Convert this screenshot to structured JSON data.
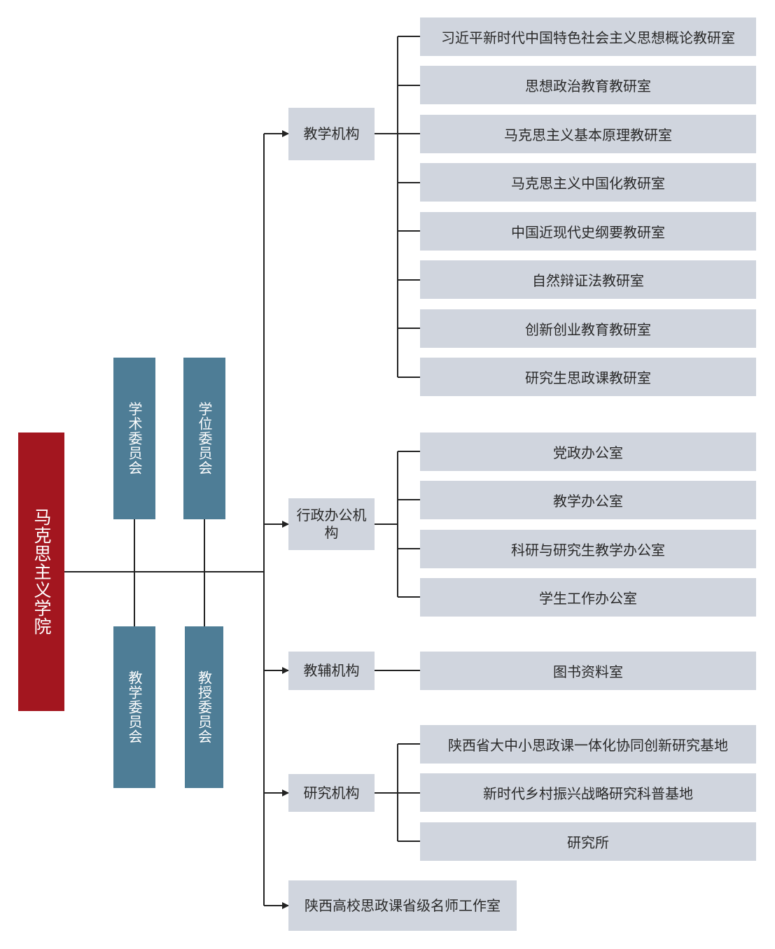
{
  "root": {
    "label": "马克思主义学院"
  },
  "committees": [
    {
      "label": "学术委员会"
    },
    {
      "label": "学位委员会"
    },
    {
      "label": "教学委员会"
    },
    {
      "label": "教授委员会"
    }
  ],
  "branches": [
    {
      "label": "教学机构",
      "children": [
        "习近平新时代中国特色社会主义思想概论教研室",
        "思想政治教育教研室",
        "马克思主义基本原理教研室",
        "马克思主义中国化教研室",
        "中国近现代史纲要教研室",
        "自然辩证法教研室",
        "创新创业教育教研室",
        "研究生思政课教研室"
      ]
    },
    {
      "label": "行政办公机构",
      "children": [
        "党政办公室",
        "教学办公室",
        "科研与研究生教学办公室",
        "学生工作办公室"
      ]
    },
    {
      "label": "教辅机构",
      "children": [
        "图书资料室"
      ]
    },
    {
      "label": "研究机构",
      "children": [
        "陕西省大中小思政课一体化协同创新研究基地",
        "新时代乡村振兴战略研究科普基地",
        "研究所"
      ]
    },
    {
      "label": "陕西高校思政课省级名师工作室",
      "children": []
    }
  ]
}
